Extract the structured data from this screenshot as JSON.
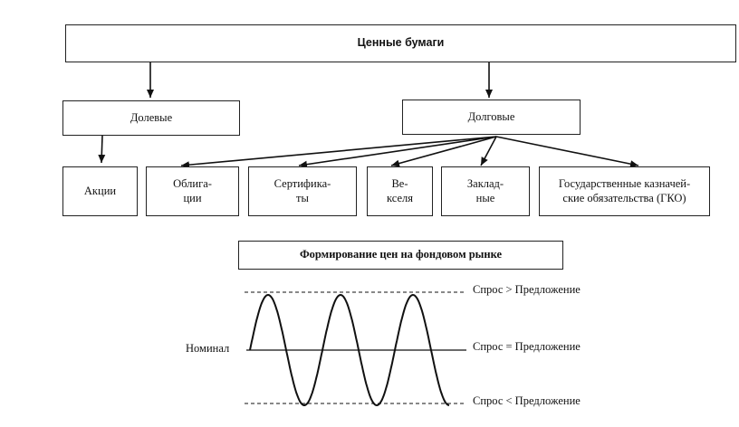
{
  "hierarchy": {
    "root": "Ценные бумаги",
    "equity": "Долевые",
    "debt": "Долговые",
    "securities": [
      "Акции",
      "Облига-\nции",
      "Сертифика-\nты",
      "Ве-\nкселя",
      "Заклад-\nные",
      "Государственные казначей-\nские обязательства (ГКО)"
    ]
  },
  "pricing": {
    "title": "Формирование цен на фондовом рынке",
    "nominal": "Номинал",
    "levels": {
      "high": "Спрос > Предложение",
      "equal": "Спрос = Предложение",
      "low": "Спрос < Предложение"
    }
  },
  "colors": {
    "line": "#111111",
    "border": "#222222"
  }
}
